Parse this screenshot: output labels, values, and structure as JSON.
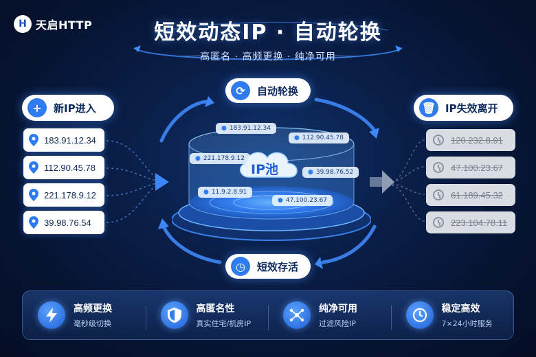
{
  "brand": {
    "name": "天启HTTP"
  },
  "header": {
    "title": "短效动态IP · 自动轮换",
    "subtitle": "高匿名 · 高频更换 · 纯净可用"
  },
  "flow": {
    "auto_rotate": "自动轮换",
    "short_lived": "短效存活",
    "new_ip_in": "新IP进入",
    "ip_expired": "IP失效离开"
  },
  "new_ips": [
    "183.91.12.34",
    "112.90.45.78",
    "221.178.9.12",
    "39.98.76.54"
  ],
  "expired_ips": [
    "120.232.8.91",
    "47.100.23.67",
    "61.189.45.32",
    "223.104.78.11"
  ],
  "pool": {
    "label": "IP池",
    "chips": [
      "183.91.12.34",
      "221.178.9.12",
      "11.9.2.8.91",
      "112.90.45.78",
      "39.98.76.52",
      "47.100.23.67"
    ]
  },
  "features": [
    {
      "title": "高频更换",
      "desc": "毫秒级切换",
      "icon": "bolt-icon"
    },
    {
      "title": "高匿名性",
      "desc": "真实住宅/机房IP",
      "icon": "shield-icon"
    },
    {
      "title": "纯净可用",
      "desc": "过滤风险IP",
      "icon": "network-icon"
    },
    {
      "title": "稳定高效",
      "desc": "7×24小时服务",
      "icon": "clock-icon"
    }
  ],
  "colors": {
    "accent": "#2f7bf0",
    "background": "#061432",
    "expired": "#d9dce3"
  }
}
